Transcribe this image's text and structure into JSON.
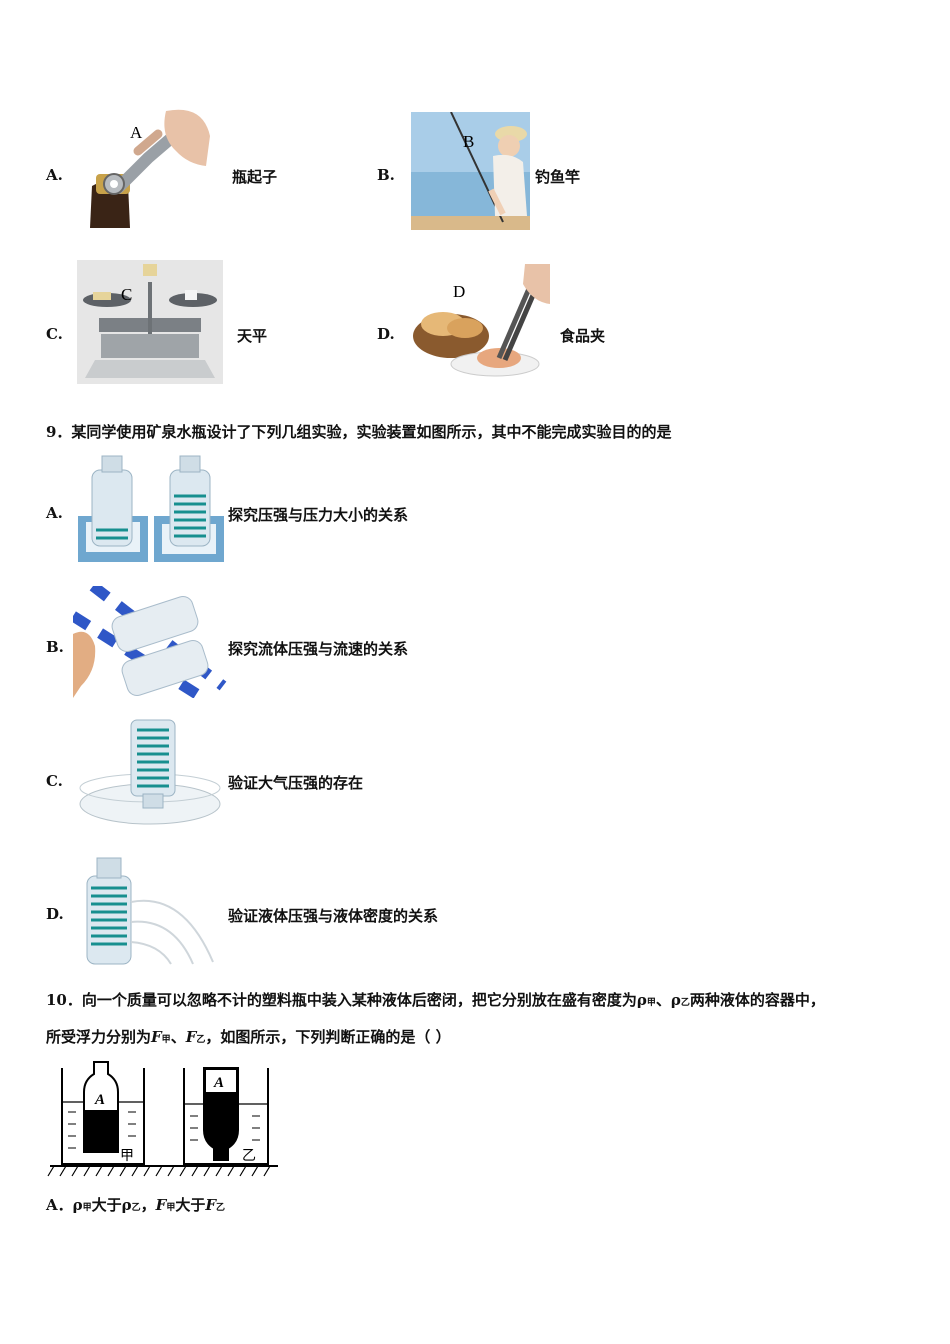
{
  "q8": {
    "options": [
      {
        "label": "A.",
        "caption": "瓶起子",
        "letter": "A"
      },
      {
        "label": "B.",
        "caption": "钓鱼竿",
        "letter": "B"
      },
      {
        "label": "C.",
        "caption": "天平",
        "letter": "C"
      },
      {
        "label": "D.",
        "caption": "食品夹",
        "letter": "D"
      }
    ]
  },
  "q9": {
    "stem": "9．某同学使用矿泉水瓶设计了下列几组实验，实验装置如图所示，其中不能完成实验目的的是",
    "options": [
      {
        "label": "A.",
        "text": "探究压强与压力大小的关系"
      },
      {
        "label": "B.",
        "text": "探究流体压强与流速的关系"
      },
      {
        "label": "C.",
        "text": "验证大气压强的存在"
      },
      {
        "label": "D.",
        "text": "验证液体压强与液体密度的关系"
      }
    ]
  },
  "q10": {
    "line1_a": "10．向一个质量可以忽略不计的塑料瓶中装入某种液体后密闭，把它分别放在盛有密度为",
    "rho": "ρ",
    "sub_jia": "甲",
    "sep": "、",
    "sub_yi": "乙",
    "line1_b": "两种液体的容器中，",
    "line2_a": "所受浮力分别为",
    "F": "F",
    "line2_b": "，如图所示，下列判断正确的是（    ）",
    "figure": {
      "bottle_letter": "A",
      "label_left": "甲",
      "label_right": "乙"
    },
    "optionA": {
      "label": "A．",
      "gt": "大于",
      "comma": "，"
    }
  }
}
